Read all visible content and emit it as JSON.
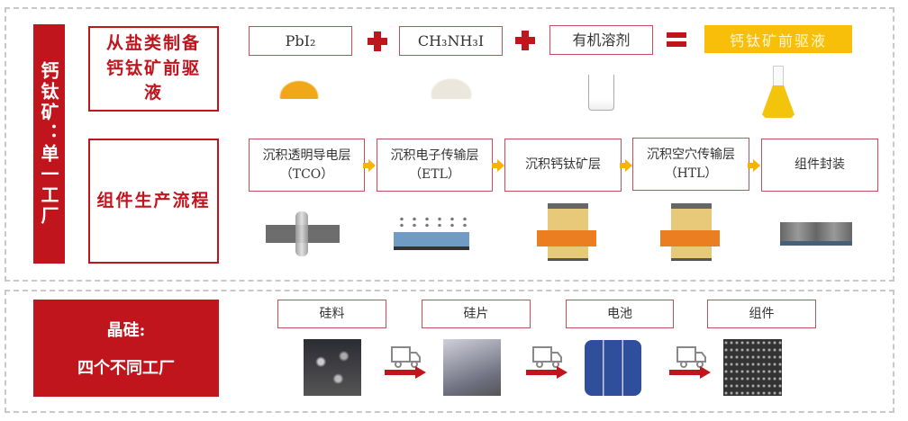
{
  "perovskite": {
    "side_label": "钙钛矿：单一工厂",
    "precursor_title": "从盐类制备钙钛矿前驱液",
    "process_title": "组件生产流程",
    "ingredients": [
      "PbI₂",
      "CH₃NH₃I",
      "有机溶剂"
    ],
    "result": "钙钛矿前驱液",
    "steps": [
      {
        "line1": "沉积透明导电层",
        "line2": "（TCO）"
      },
      {
        "line1": "沉积电子传输层",
        "line2": "（ETL）"
      },
      {
        "line1": "沉积钙钛矿层",
        "line2": ""
      },
      {
        "line1": "沉积空穴传输层",
        "line2": "（HTL）"
      },
      {
        "line1": "组件封装",
        "line2": ""
      }
    ]
  },
  "silicon": {
    "title": "晶硅:",
    "subtitle": "四个不同工厂",
    "stages": [
      "硅料",
      "硅片",
      "电池",
      "组件"
    ]
  },
  "colors": {
    "red": "#c0151c",
    "yellow": "#f4b400"
  }
}
